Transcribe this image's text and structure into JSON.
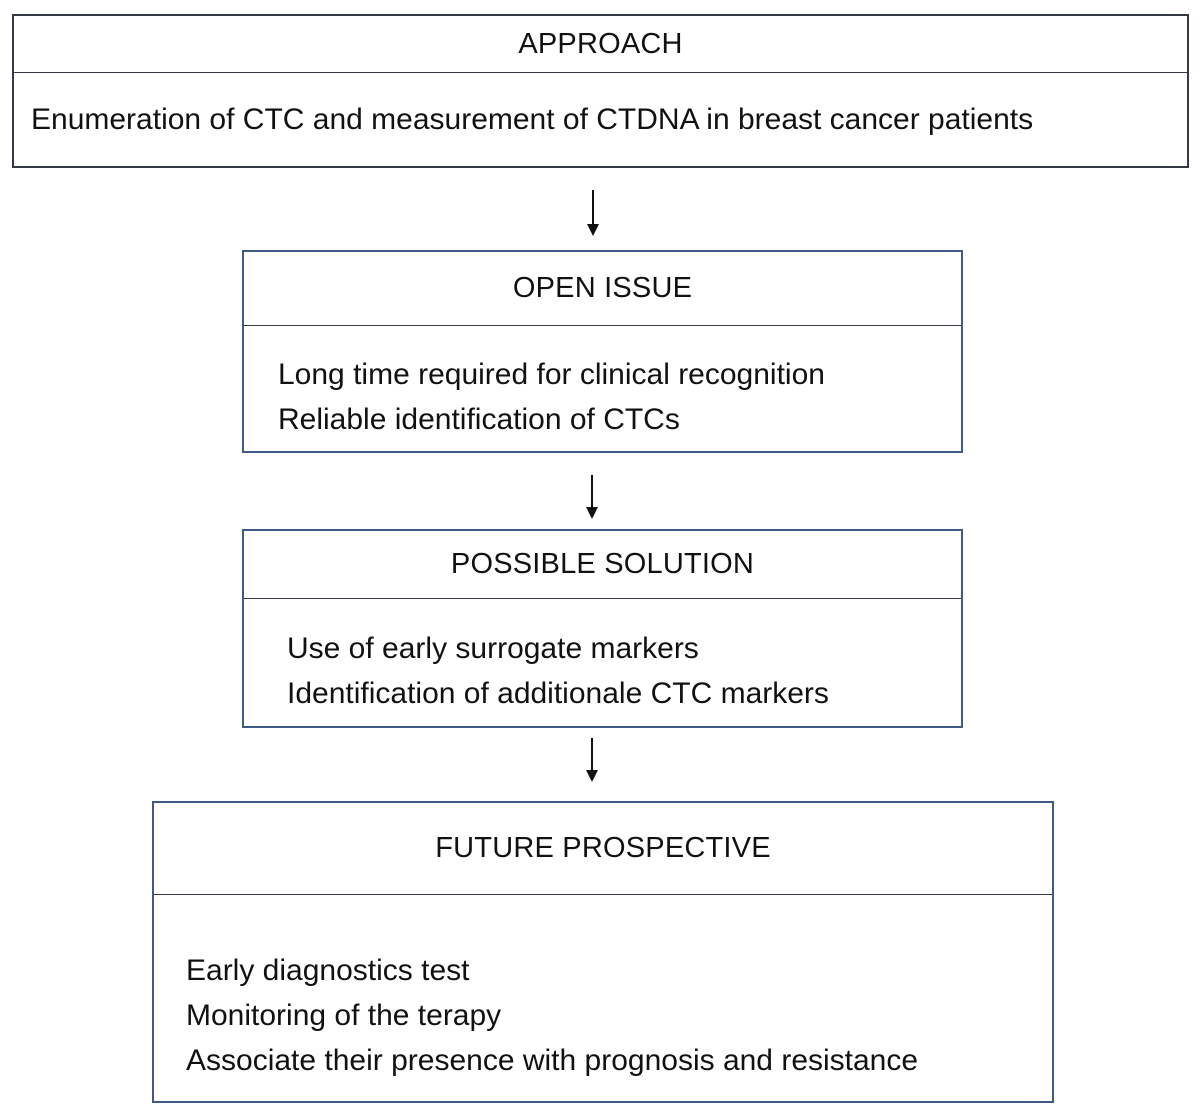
{
  "boxes": {
    "approach": {
      "title": "APPROACH",
      "lines": [
        "Enumeration of CTC and measurement of CTDNA in breast cancer patients"
      ]
    },
    "open_issue": {
      "title": "OPEN ISSUE",
      "lines": [
        "Long time required for clinical recognition",
        "Reliable identification of CTCs"
      ]
    },
    "possible_solution": {
      "title": "POSSIBLE SOLUTION",
      "lines": [
        "Use of early surrogate markers",
        "Identification of additionale CTC markers"
      ]
    },
    "future_prospective": {
      "title": "FUTURE PROSPECTIVE",
      "lines": [
        "Early diagnostics test",
        "Monitoring of the terapy",
        "Associate their presence with prognosis and resistance"
      ]
    }
  },
  "colors": {
    "box_border": "#333a44",
    "box_border_blue": "#3f5a85",
    "arrow": "#111111"
  }
}
